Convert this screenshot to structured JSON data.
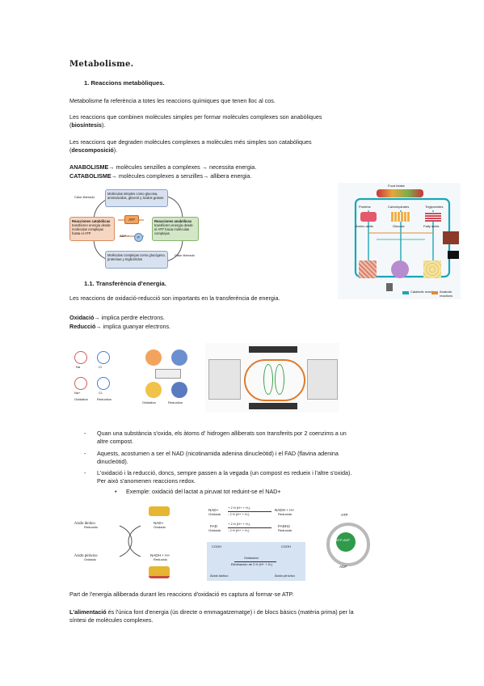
{
  "doc": {
    "title": "Metabolisme.",
    "section1": "1.    Reaccions metabòliques.",
    "p1": "Metabolisme fa referència a totes les reaccions químiques que tenen lloc al cos.",
    "p2a": "Les reaccions que combinen molècules simples per formar molècules complexes son anabòliques",
    "p2b_bold": "biosíntesis",
    "p2b_pre": "(",
    "p2b_post": ").",
    "p3a": "Les reaccions que degraden molècules complexes a molècules més simples son catabòliques",
    "p3b_bold": "descomposició",
    "p3b_pre": "(",
    "p3b_post": ").",
    "anab_bold": "ANABOLISME",
    "anab_rest": "→ molècules senzilles a complexes → necessita energia.",
    "catab_bold": "CATABOLISME",
    "catab_rest": "→ molècules complexes a senzilles→ allibera energia.",
    "section11": "1.1. Transferència d'energia.",
    "p4": "Les reaccions de oxidació-reducció son importants en la transferència de energia.",
    "ox_bold": "Oxidació",
    "ox_rest": "→ implica perdre electrons.",
    "red_bold": "Reducció",
    "red_rest": "→ implica guanyar electrons.",
    "bullet1a": "Quan una substància s'oxida, els àtoms d' hidrogen alliberats son transferits por 2 coenzims a un",
    "bullet1b": "altre compost.",
    "bullet2a": "Aquests, acostumen a ser el NAD (nicotinamida adenina dinucleòtid) i el FAD (flavina adenina",
    "bullet2b": "dinucleòtid).",
    "bullet3a": "L'oxidació i la reducció, doncs, sempre passen a la vegada (un compost es redueix i l'altre s'oxida).",
    "bullet3b": "Per això s'anomenen reaccions redox.",
    "subbullet": "Exemple: oxidació del lactat a piruvat tot reduint-se el NAD+",
    "p5": "Part de l'energia alliberada durant les reaccions d'oxidació es captura al formar-se ATP.",
    "p6_bold": "L'alimentació",
    "p6a_rest": " és l'única font d'energia (ús directe o emmagatzematge) i de blocs bàsics (matèria prima) per la",
    "p6b": "síntesi de molècules complexes."
  },
  "fig1": {
    "top_box": "Moléculas simples como glucosa, aminoácidos, glicerol y ácidos grasos",
    "calor1": "Calor liberado",
    "left_title": "Reacciones catabólicas",
    "left_text": "transfieren energía desde moléculas complejas hasta el ATP",
    "atp": "ATP",
    "adp": "ADP +",
    "p": "P",
    "right_title": "Reacciones anabólicas",
    "right_text": "transfieren energía desde el ATP hacia moléculas complejas",
    "bottom_box": "Moléculas complejas como glucógeno, proteínas y triglicéridos",
    "calor2": "Calor liberado"
  },
  "fig2": {
    "food": "Food intake",
    "proteins": "Proteins",
    "carbs": "Carbohydrates",
    "fats": "Triglycerides",
    "aminoacids": "Amino acids",
    "glucose": "Glucose",
    "fattyacids": "Fatty acids",
    "legend1": "Catabolic reactions",
    "legend2": "Anabolic reactions"
  },
  "fig3": {
    "na": "Na",
    "cl": "Cl",
    "na_plus": "Na+",
    "cl_minus": "Cl-",
    "oxidation": "Oxidation",
    "reduction": "Reduction",
    "oxidation2": "Oxidation",
    "reduction2": "Reduction"
  },
  "fig4": {
    "acido_lactico": "Ácido láctico",
    "reducido1": "Reducido",
    "acido_piruvico": "Ácido pirúvico",
    "oxidado1": "Oxidado",
    "nad": "NAD+",
    "oxidado2": "Oxidado",
    "nadh": "NADH + H+",
    "reducido2": "Reducido",
    "eq_nad": "NAD+",
    "eq_nad_sub": "Oxidada",
    "eq_top": "+ 2 H (H+ + H-)",
    "eq_bot": "- 2 H (H+ + H-)",
    "eq_nadh": "NADH + H+",
    "eq_nadh_sub": "Reducida",
    "eq_fad": "FAD",
    "eq_fad_sub": "Oxidada",
    "eq_top2": "+ 2 H (H+ + H-)",
    "eq_bot2": "- 2 H (H+ + H-)",
    "eq_fadh": "FADH2",
    "eq_fadh_sub": "Reducida",
    "cooh1": "COOH",
    "cooh2": "COOH",
    "ox_label": "Oxidación",
    "ox_sub": "Eliminación de 2 H (H+ + H-)",
    "lactico": "Ácido láctico",
    "piruvico": "Ácido pirúvico",
    "atp": "ATP",
    "atp_adp": "ATP-ADP",
    "adp": "ADP"
  }
}
